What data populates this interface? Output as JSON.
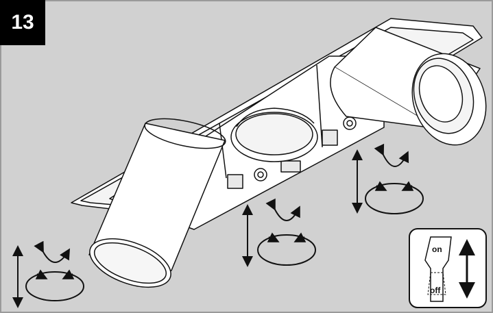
{
  "step": {
    "number": "13"
  },
  "switch": {
    "on_label": "on",
    "off_label": "off"
  },
  "colors": {
    "background": "#d1d1d1",
    "line": "#111111",
    "fixture": "#ffffff",
    "frame": "#9a9a9a"
  },
  "icons": [
    "vertical-adjust-arrow-icon",
    "tilt-arrow-icon",
    "rotate-arrow-icon",
    "on-off-switch-icon"
  ]
}
